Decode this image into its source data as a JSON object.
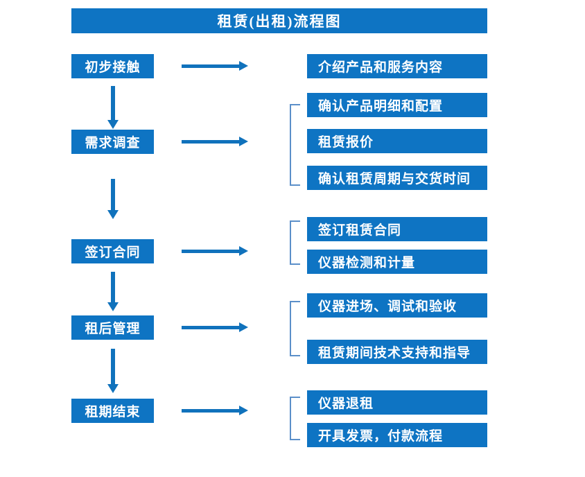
{
  "title": {
    "text": "租赁(出租)流程图"
  },
  "colors": {
    "box_fill": "#0E74C3",
    "box_text": "#FFFFFF",
    "arrow": "#1072BC",
    "bracket": "#5B8FC9",
    "background": "#FFFFFF"
  },
  "stages": [
    {
      "label": "初步接触"
    },
    {
      "label": "需求调查"
    },
    {
      "label": "签订合同"
    },
    {
      "label": "租后管理"
    },
    {
      "label": "租期结束"
    }
  ],
  "details": [
    {
      "label": "介绍产品和服务内容"
    },
    {
      "label": "确认产品明细和配置"
    },
    {
      "label": "租赁报价"
    },
    {
      "label": "确认租赁周期与交货时间"
    },
    {
      "label": "签订租赁合同"
    },
    {
      "label": "仪器检测和计量"
    },
    {
      "label": "仪器进场、调试和验收"
    },
    {
      "label": "租赁期间技术支持和指导"
    },
    {
      "label": "仪器退租"
    },
    {
      "label": "开具发票，付款流程"
    }
  ],
  "groups": [
    {
      "name": "需求调查-details",
      "members": [
        "确认产品明细和配置",
        "租赁报价",
        "确认租赁周期与交货时间"
      ]
    },
    {
      "name": "签订合同-details",
      "members": [
        "签订租赁合同",
        "仪器检测和计量"
      ]
    },
    {
      "name": "租后管理-details",
      "members": [
        "仪器进场、调试和验收",
        "租赁期间技术支持和指导"
      ]
    },
    {
      "name": "租期结束-details",
      "members": [
        "仪器退租",
        "开具发票，付款流程"
      ]
    }
  ],
  "flow_arrows": {
    "horizontal_count": 5,
    "vertical_count": 4
  }
}
